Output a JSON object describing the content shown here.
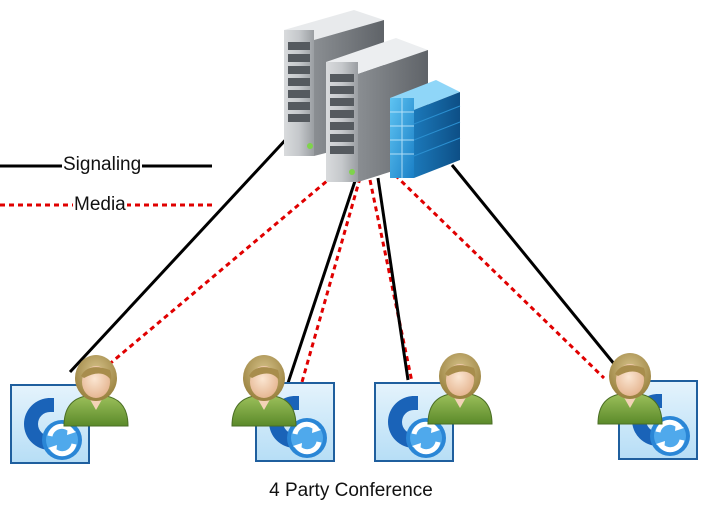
{
  "legend": {
    "signaling_label": "Signaling",
    "media_label": "Media",
    "signaling_color": "#000000",
    "media_color": "#e00000"
  },
  "caption": "4 Party Conference",
  "server": {
    "icons": [
      "tower-server-icon",
      "tower-server-icon",
      "mcu-server-icon"
    ]
  },
  "participants": [
    {
      "icons": [
        "lync-client-icon",
        "user-avatar-icon"
      ]
    },
    {
      "icons": [
        "user-avatar-icon",
        "lync-client-icon"
      ]
    },
    {
      "icons": [
        "lync-client-icon",
        "user-avatar-icon"
      ]
    },
    {
      "icons": [
        "user-avatar-icon",
        "lync-client-icon"
      ]
    }
  ]
}
